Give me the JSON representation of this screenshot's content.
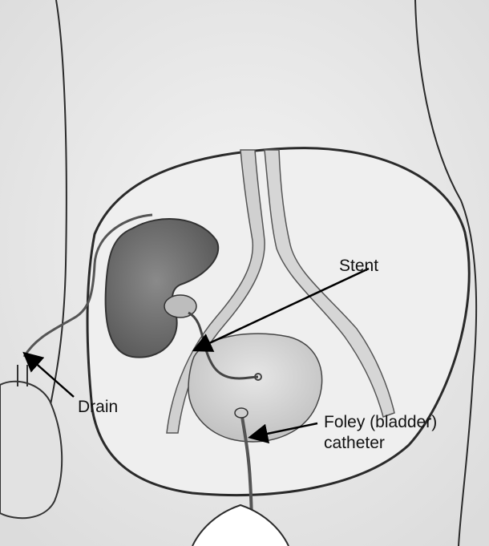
{
  "labels": {
    "stent": "Stent",
    "drain": "Drain",
    "foley_line1": "Foley (bladder)",
    "foley_line2": "catheter"
  },
  "colors": {
    "background": "#ececec",
    "outline": "#2a2a2a",
    "kidney": "#6e6e6e",
    "bladder": "#d9d9d9",
    "vessels": "#c8c8c8",
    "arrow": "#000000"
  }
}
